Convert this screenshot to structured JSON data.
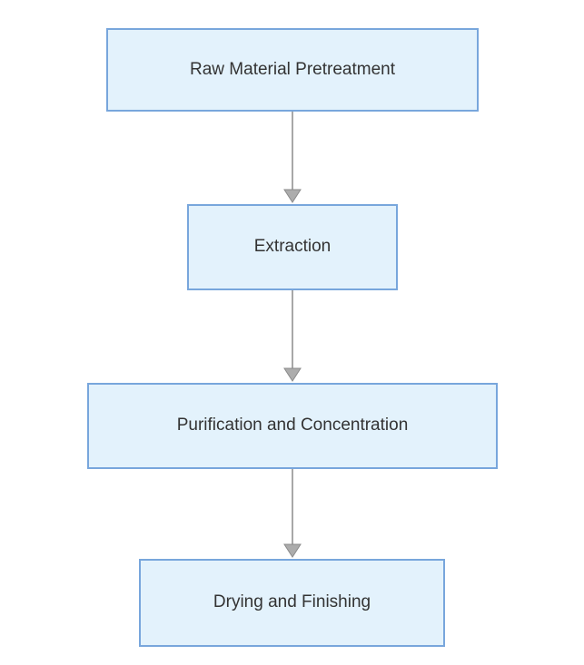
{
  "flowchart": {
    "type": "flowchart-vertical",
    "nodes": [
      {
        "label": "Raw Material Pretreatment"
      },
      {
        "label": "Extraction"
      },
      {
        "label": "Purification and Concentration"
      },
      {
        "label": "Drying and Finishing"
      }
    ],
    "edges": [
      {
        "from": "Raw Material Pretreatment",
        "to": "Extraction"
      },
      {
        "from": "Extraction",
        "to": "Purification and Concentration"
      },
      {
        "from": "Purification and Concentration",
        "to": "Drying and Finishing"
      }
    ],
    "colors": {
      "node_fill": "#E3F2FC",
      "node_border": "#78A6DC",
      "edge_line": "#A8A8A8",
      "arrowhead_fill": "#ACACAC",
      "arrowhead_stroke": "#8A8A8A",
      "text": "#333333",
      "background": "#FFFFFF"
    }
  }
}
